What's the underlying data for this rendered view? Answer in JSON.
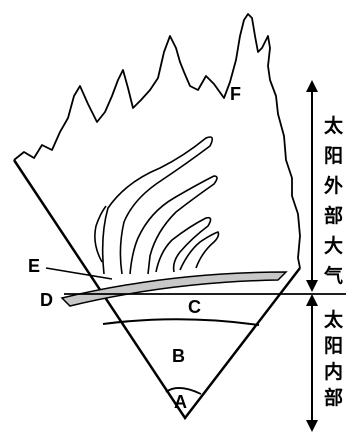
{
  "diagram": {
    "labels": {
      "A": "A",
      "B": "B",
      "C": "C",
      "D": "D",
      "E": "E",
      "F": "F"
    },
    "outer_atmosphere_label": [
      "太",
      "阳",
      "外",
      "部",
      "大",
      "气"
    ],
    "interior_label": [
      "太",
      "阳",
      "内",
      "部"
    ]
  }
}
